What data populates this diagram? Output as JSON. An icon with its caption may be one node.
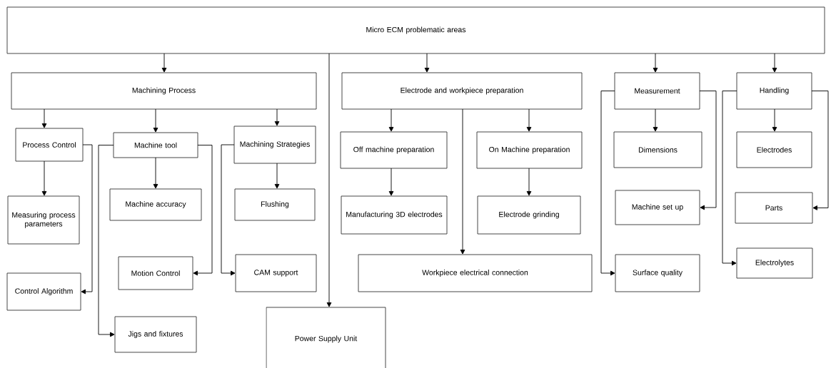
{
  "diagram": {
    "nodes": [
      {
        "text": [
          "Micro ECM problematic areas"
        ]
      },
      {
        "text": [
          "Machining Process"
        ]
      },
      {
        "text": [
          "Process Control"
        ]
      },
      {
        "text": [
          "Machine tool"
        ]
      },
      {
        "text": [
          "Machining Strategies"
        ]
      },
      {
        "text": [
          "Measuring process parameters"
        ]
      },
      {
        "text": [
          "Machine accuracy"
        ]
      },
      {
        "text": [
          "Flushing"
        ]
      },
      {
        "text": [
          "Motion Control"
        ]
      },
      {
        "text": [
          "CAM support"
        ]
      },
      {
        "text": [
          "Control Algorithm"
        ]
      },
      {
        "text": [
          "Jigs and fixtures"
        ]
      },
      {
        "text": [
          "Electrode and workpiece preparation"
        ]
      },
      {
        "text": [
          "Off machine preparation"
        ]
      },
      {
        "text": [
          "On Machine preparation"
        ]
      },
      {
        "text": [
          "Manufacturing 3D electrodes"
        ]
      },
      {
        "text": [
          "Electrode grinding"
        ]
      },
      {
        "text": [
          "Workpiece electrical connection"
        ]
      },
      {
        "text": [
          "Measurement"
        ]
      },
      {
        "text": [
          "Dimensions"
        ]
      },
      {
        "text": [
          "Machine set up"
        ]
      },
      {
        "text": [
          "Surface quality"
        ]
      },
      {
        "text": [
          "Handling"
        ]
      },
      {
        "text": [
          "Electrodes"
        ]
      },
      {
        "text": [
          "Parts"
        ]
      },
      {
        "text": [
          "Electrolytes"
        ]
      },
      {
        "text": [
          "Power Supply Unit"
        ]
      }
    ],
    "edges": [
      {
        "from": 0,
        "to": 1,
        "arrow": "to"
      },
      {
        "from": 0,
        "to": 26,
        "arrow": "to"
      },
      {
        "from": 0,
        "to": 12,
        "arrow": "to"
      },
      {
        "from": 0,
        "to": 18,
        "arrow": "to"
      },
      {
        "from": 0,
        "to": 22,
        "arrow": "to"
      },
      {
        "from": 1,
        "to": 2,
        "arrow": "to"
      },
      {
        "from": 1,
        "to": 3,
        "arrow": "to"
      },
      {
        "from": 1,
        "to": 4,
        "arrow": "to"
      },
      {
        "from": 2,
        "to": 5,
        "arrow": "to"
      },
      {
        "from": 2,
        "to": 10,
        "arrow": "to"
      },
      {
        "from": 3,
        "to": 6,
        "arrow": "to"
      },
      {
        "from": 3,
        "to": 8,
        "arrow": "to"
      },
      {
        "from": 3,
        "to": 11,
        "arrow": "to"
      },
      {
        "from": 4,
        "to": 7,
        "arrow": "to"
      },
      {
        "from": 4,
        "to": 9,
        "arrow": "to"
      },
      {
        "from": 12,
        "to": 13,
        "arrow": "to"
      },
      {
        "from": 12,
        "to": 14,
        "arrow": "to"
      },
      {
        "from": 12,
        "to": 17,
        "arrow": "to"
      },
      {
        "from": 13,
        "to": 15,
        "arrow": "to"
      },
      {
        "from": 14,
        "to": 16,
        "arrow": "to"
      },
      {
        "from": 18,
        "to": 19,
        "arrow": "to"
      },
      {
        "from": 18,
        "to": 20,
        "arrow": "to"
      },
      {
        "from": 18,
        "to": 21,
        "arrow": "to"
      },
      {
        "from": 22,
        "to": 23,
        "arrow": "to"
      },
      {
        "from": 22,
        "to": 24,
        "arrow": "to"
      },
      {
        "from": 22,
        "to": 25,
        "arrow": "to"
      }
    ]
  }
}
